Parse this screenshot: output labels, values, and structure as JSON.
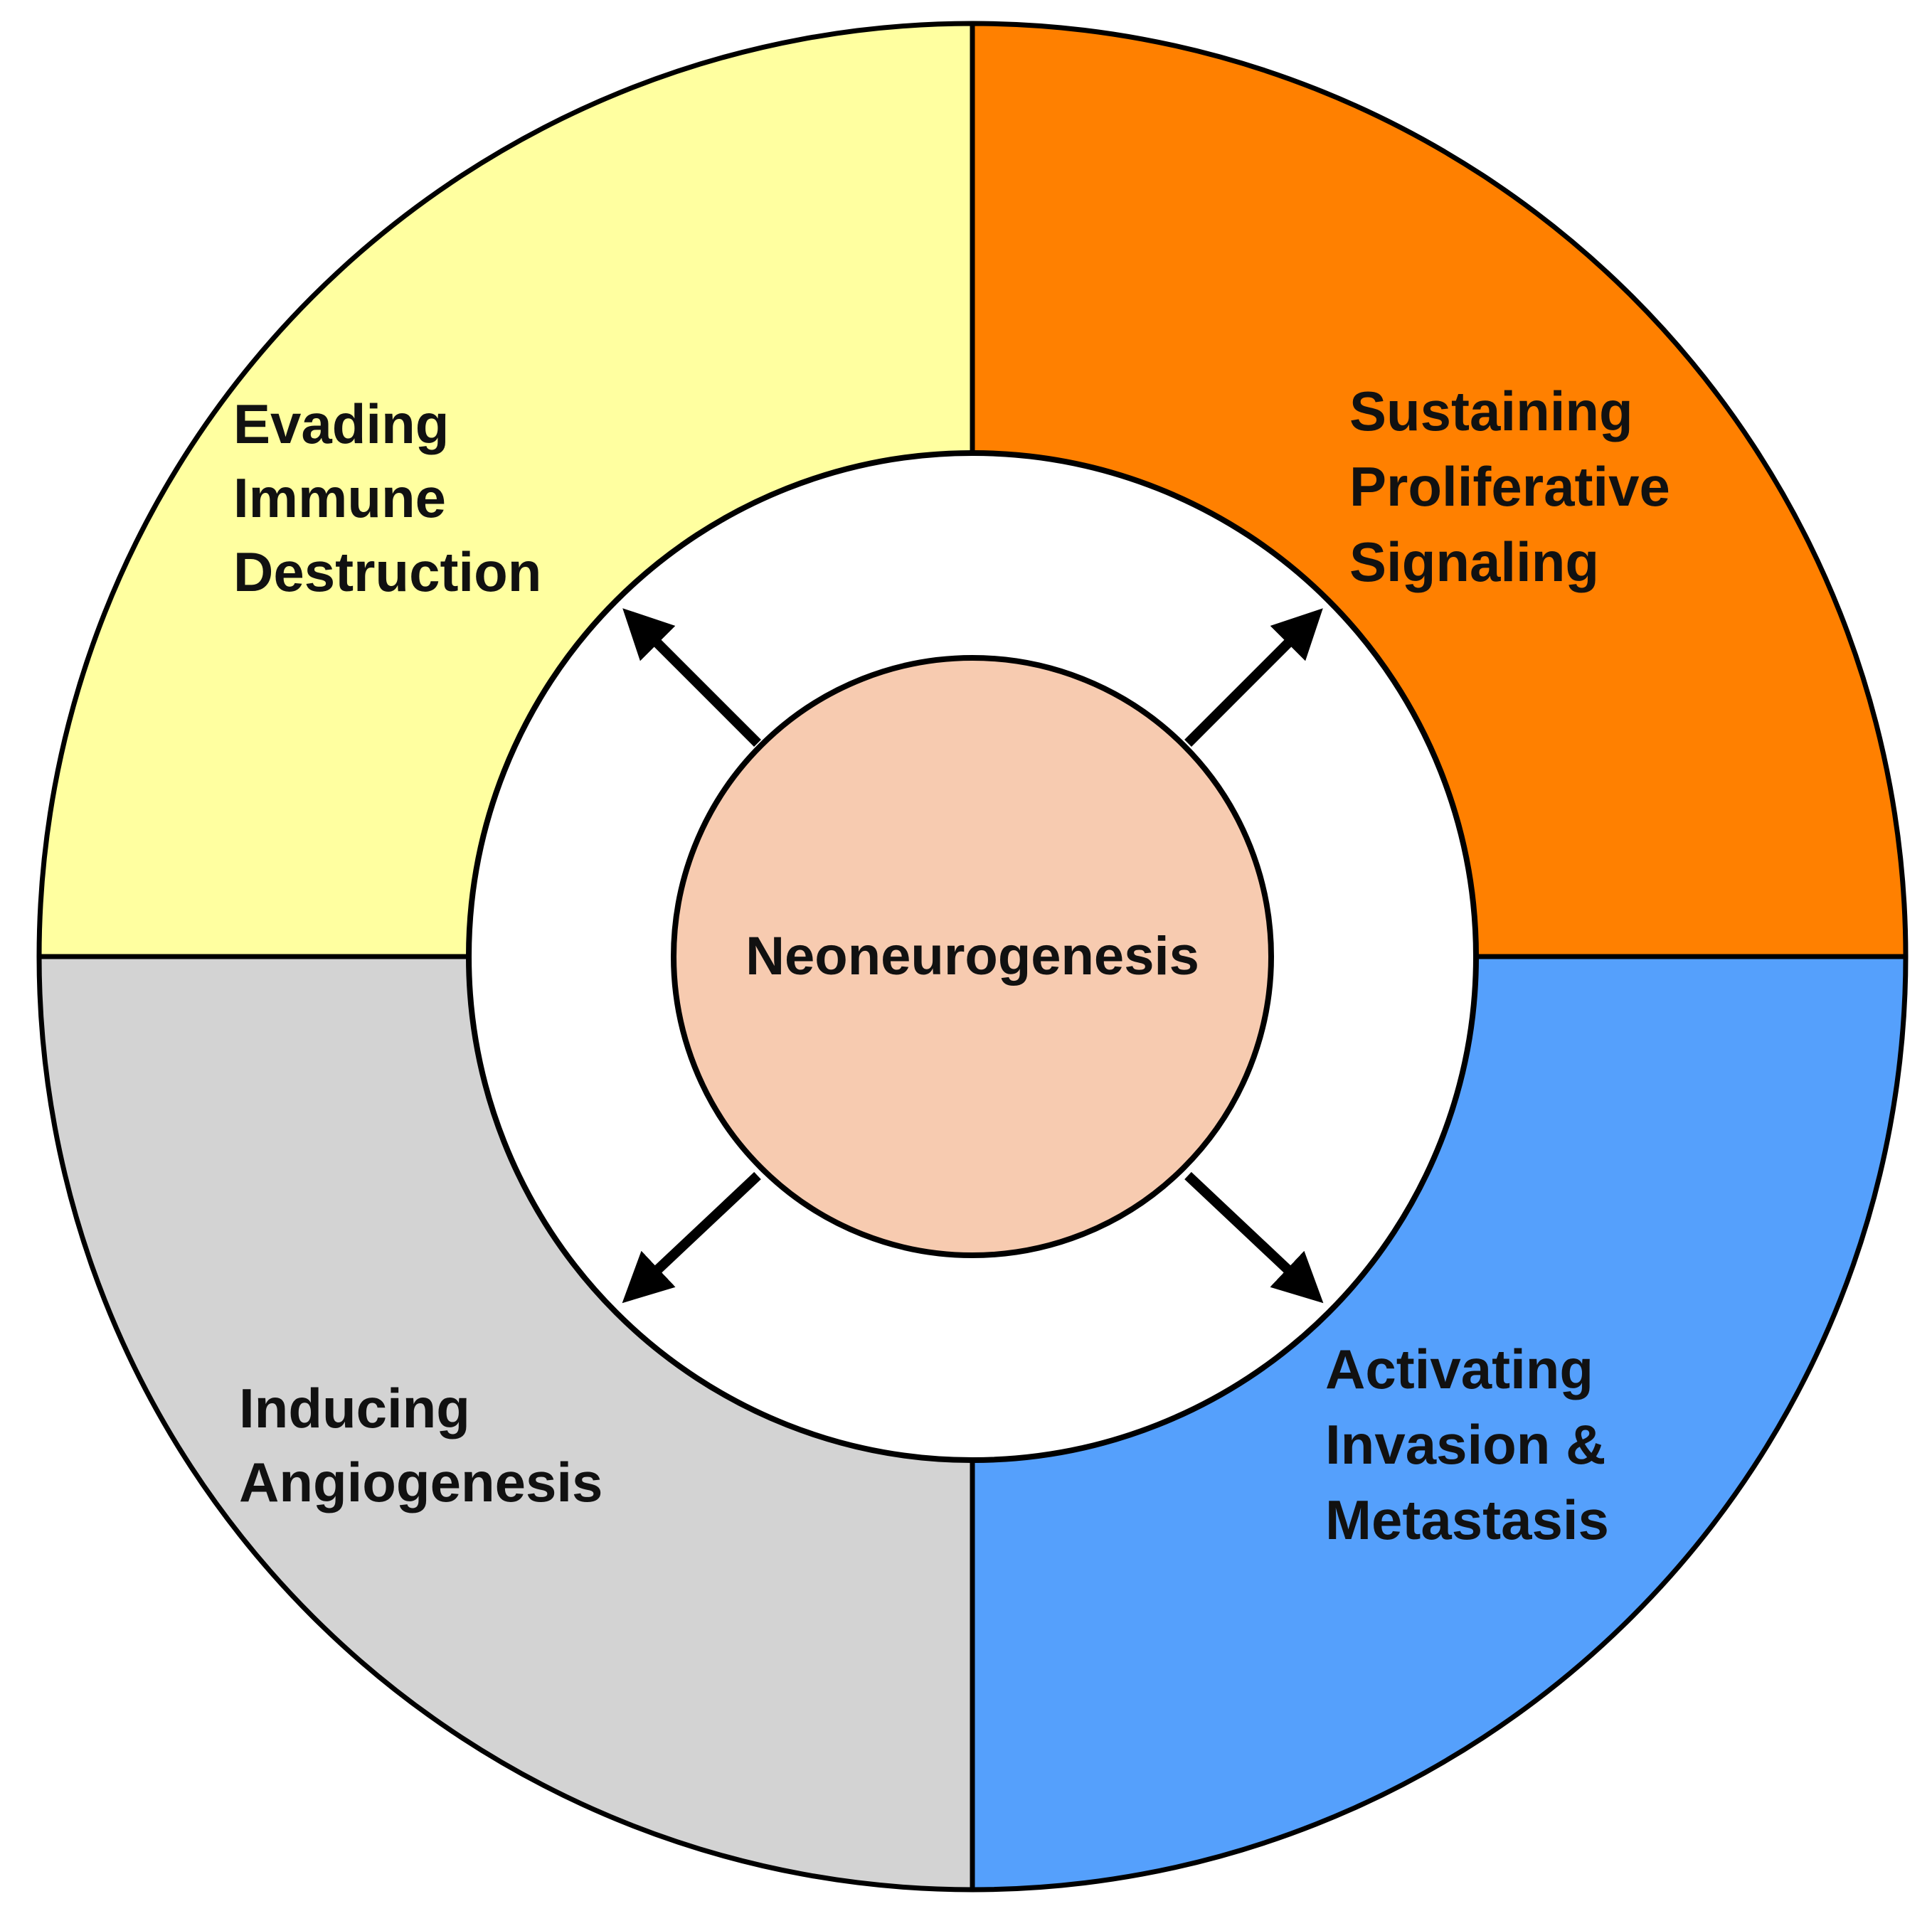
{
  "center": {
    "label": "Neoneurogenesis",
    "fill": "#F7CBB0"
  },
  "quadrants": [
    {
      "id": "top-left",
      "lines": [
        "Evading",
        "Immune",
        "Destruction"
      ],
      "fill": "#FFFFA0"
    },
    {
      "id": "top-right",
      "lines": [
        "Sustaining",
        "Proliferative",
        "Signaling"
      ],
      "fill": "#FF8000"
    },
    {
      "id": "bottom-left",
      "lines": [
        "Inducing",
        "Angiogenesis"
      ],
      "fill": "#D3D3D3"
    },
    {
      "id": "bottom-right",
      "lines": [
        "Activating",
        "Invasion &",
        "Metastasis"
      ],
      "fill": "#55A0FC"
    }
  ],
  "colors": {
    "stroke": "#000000",
    "ring_gap": "#FFFFFF",
    "arrow": "#000000"
  }
}
